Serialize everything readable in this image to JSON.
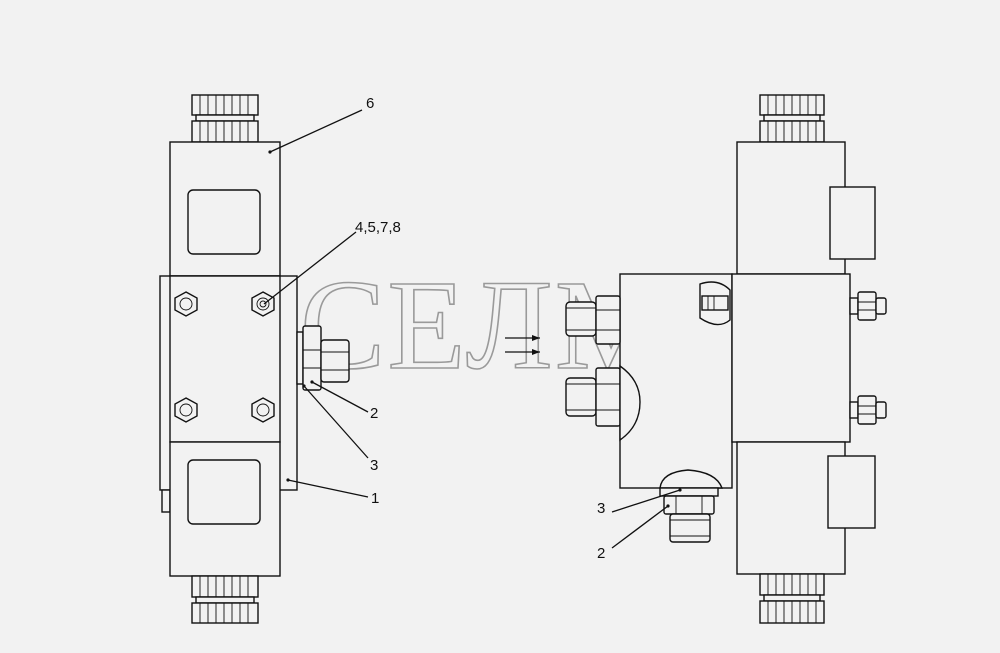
{
  "watermark": {
    "text": "СЕЛМ"
  },
  "left_view": {
    "callouts": [
      {
        "id": "label-6",
        "text": "6"
      },
      {
        "id": "label-4578",
        "text": "4,5,7,8"
      },
      {
        "id": "label-2",
        "text": "2"
      },
      {
        "id": "label-3",
        "text": "3"
      },
      {
        "id": "label-1",
        "text": "1"
      }
    ]
  },
  "right_view": {
    "callouts": [
      {
        "id": "label-3",
        "text": "3"
      },
      {
        "id": "label-2",
        "text": "2"
      }
    ]
  }
}
